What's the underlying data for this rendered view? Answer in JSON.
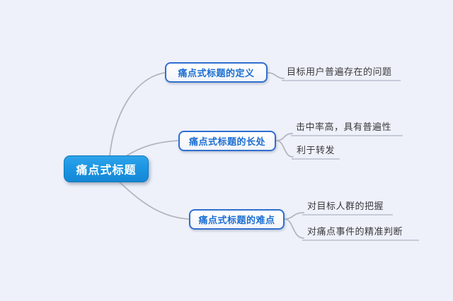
{
  "mindmap": {
    "root": {
      "label": "痛点式标题"
    },
    "branches": [
      {
        "label": "痛点式标题的定义",
        "leaves": [
          {
            "label": "目标用户普遍存在的问题"
          }
        ]
      },
      {
        "label": "痛点式标题的长处",
        "leaves": [
          {
            "label": "击中率高，具有普遍性"
          },
          {
            "label": "利于转发"
          }
        ]
      },
      {
        "label": "痛点式标题的难点",
        "leaves": [
          {
            "label": "对目标人群的把握"
          },
          {
            "label": "对痛点事件的精准判断"
          }
        ]
      }
    ]
  },
  "colors": {
    "background": "#eef1fa",
    "root_fill": "#1b96e3",
    "root_border": "#0e79bb",
    "root_text": "#ffffff",
    "branch_border": "#2f6fd0",
    "branch_text": "#1b6ed2",
    "branch_fill": "#ffffff",
    "connector_line": "#b3b6bd",
    "leaf_text": "#3a3a3c",
    "leaf_underline": "#c6cbd8"
  }
}
